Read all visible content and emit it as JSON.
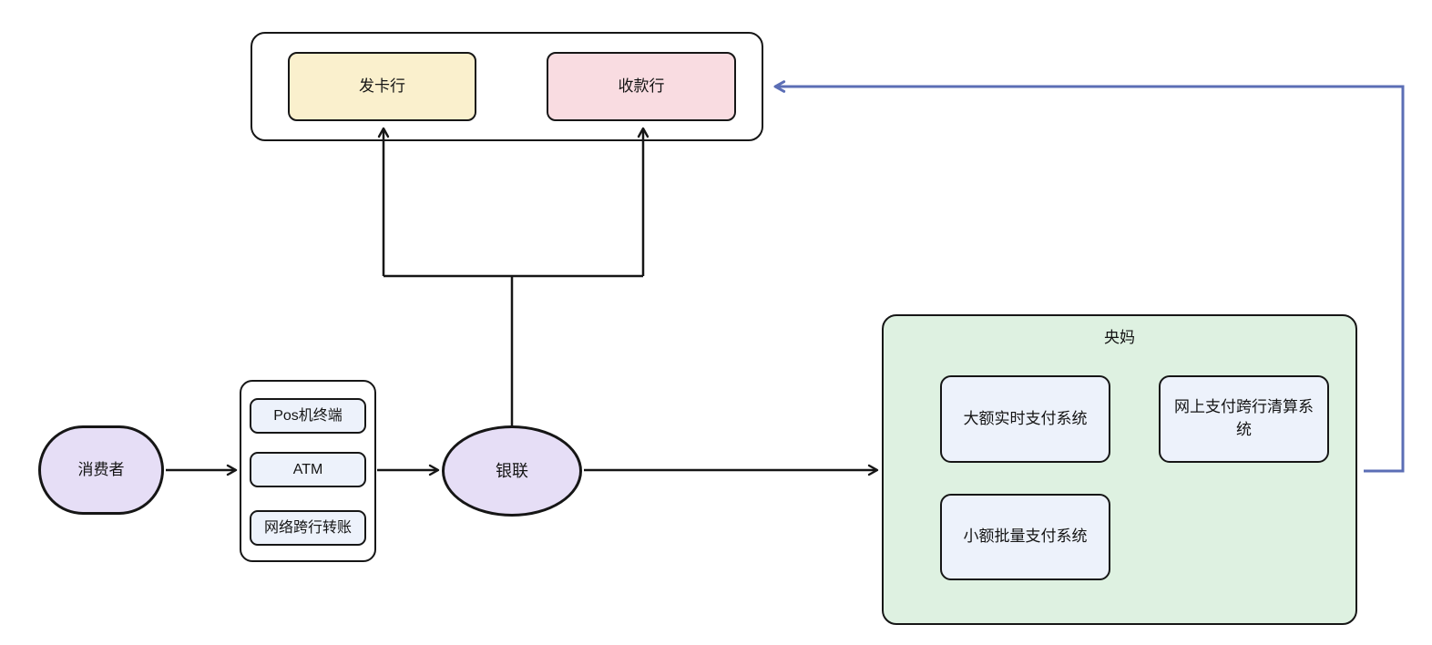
{
  "diagram": {
    "nodes": {
      "consumer": "消费者",
      "pos": "Pos机终端",
      "atm": "ATM",
      "web_transfer": "网络跨行转账",
      "unionpay": "银联",
      "issuer": "发卡行",
      "acquirer": "收款行",
      "central_bank_title": "央妈",
      "hvps": "大额实时支付系统",
      "ibps": "网上支付跨行清算系统",
      "beps": "小额批量支付系统"
    },
    "colors": {
      "issuer_fill": "#faf0cd",
      "acquirer_fill": "#f9dce1",
      "ellipse_fill": "#e6def6",
      "system_fill": "#edf2fb",
      "central_bank_fill": "#def1e1",
      "container_fill": "#ffffff",
      "line_color": "#161616",
      "feedback_arrow_color": "#5b6eb5",
      "text_color": "#141414"
    }
  }
}
